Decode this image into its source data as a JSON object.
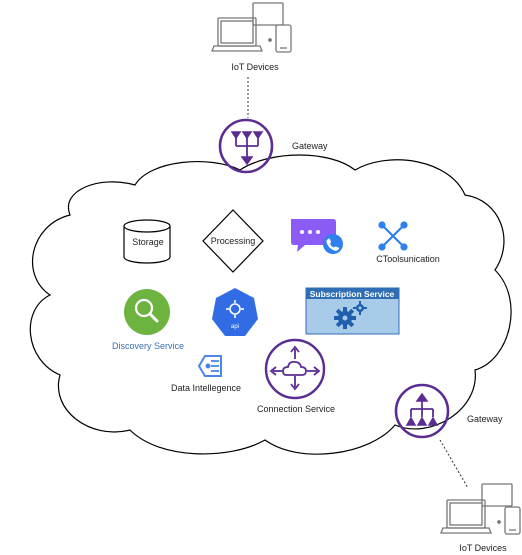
{
  "nodes": {
    "iot_top": {
      "label": "IoT Devices"
    },
    "gateway_top": {
      "label": "Gateway"
    },
    "storage": {
      "label": "Storage"
    },
    "processing": {
      "label": "Processing"
    },
    "communication": {
      "label": "CToolsunication"
    },
    "subscription": {
      "label": "Subscription Service"
    },
    "discovery": {
      "label": "Discovery Service"
    },
    "api": {
      "label": "api"
    },
    "data_intelligence": {
      "label": "Data Intellegence"
    },
    "connection": {
      "label": "Connection Service"
    },
    "gateway_bottom": {
      "label": "Gateway"
    },
    "iot_bottom": {
      "label": "IoT Devices"
    }
  },
  "colors": {
    "gateway_purple": "#5c2d91",
    "discovery_green": "#6db33f",
    "kubernetes_blue": "#326ce5",
    "subscription_blue": "#2f6db5",
    "chat_purple": "#8a5cf5",
    "tools_blue": "#2f80ed"
  }
}
